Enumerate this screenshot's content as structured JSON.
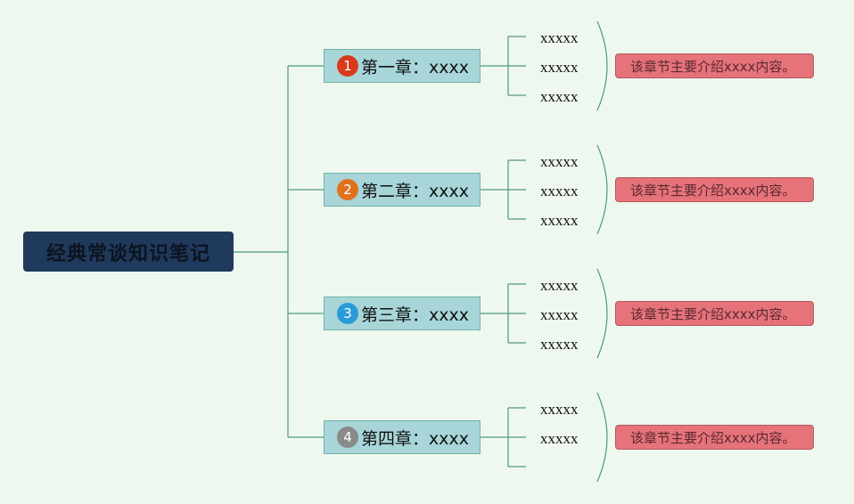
{
  "root": {
    "title": "经典常谈知识笔记"
  },
  "chapters": [
    {
      "number": "1",
      "badge_color": "#d83a1e",
      "label": "第一章：xxxx",
      "items": [
        "xxxxx",
        "xxxxx",
        "xxxxx"
      ],
      "note": "该章节主要介绍xxxx内容。"
    },
    {
      "number": "2",
      "badge_color": "#e0711f",
      "label": "第二章：xxxx",
      "items": [
        "xxxxx",
        "xxxxx",
        "xxxxx"
      ],
      "note": "该章节主要介绍xxxx内容。"
    },
    {
      "number": "3",
      "badge_color": "#2c9ad8",
      "label": "第三章：xxxx",
      "items": [
        "xxxxx",
        "xxxxx",
        "xxxxx"
      ],
      "note": "该章节主要介绍xxxx内容。"
    },
    {
      "number": "4",
      "badge_color": "#8a8a8a",
      "label": "第四章：xxxx",
      "items": [
        "xxxxx",
        "xxxxx",
        ""
      ],
      "note": "该章节主要介绍xxxx内容。"
    }
  ],
  "colors": {
    "background": "#eff8ef",
    "connector": "#4e9a78",
    "root": "#1f3a5c",
    "chapter": "#a8d6d8",
    "note": "#e6727a"
  }
}
